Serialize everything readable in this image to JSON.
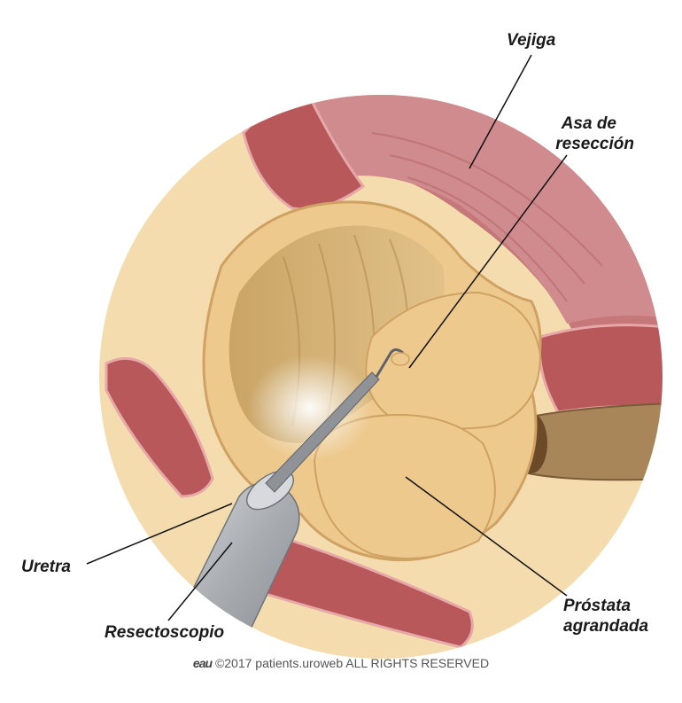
{
  "labels": {
    "bladder": "Vejiga",
    "loop_line1": "Asa de",
    "loop_line2": "resección",
    "urethra": "Uretra",
    "resectoscope": "Resectoscopio",
    "prostate_line1": "Próstata",
    "prostate_line2": "agrandada"
  },
  "footer": {
    "logo": "eau",
    "text": "©2017 patients.uroweb ALL RIGHTS RESERVED"
  },
  "colors": {
    "background_tissue": "#f4dcae",
    "prostate": "#edc98e",
    "muscle": "#b9585a",
    "bladder_lining": "#c98486",
    "instrument": "#b9bcc0",
    "leader_line": "#111111"
  }
}
